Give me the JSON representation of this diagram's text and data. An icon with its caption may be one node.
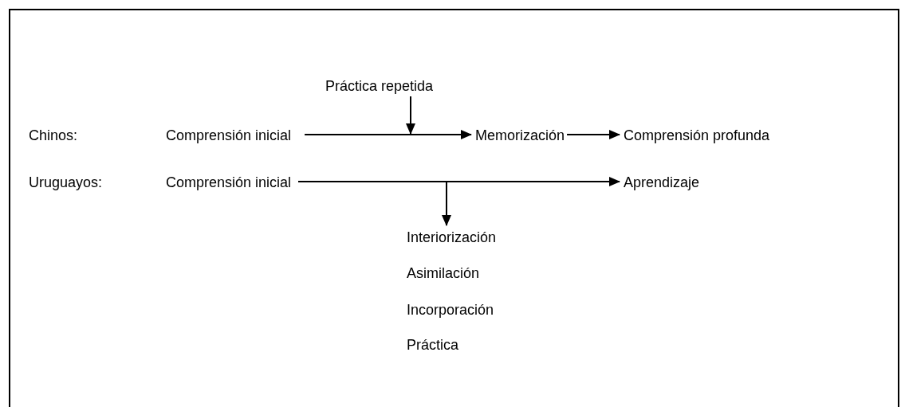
{
  "diagram": {
    "nodes": [
      {
        "text": [
          "Práctica repetida"
        ]
      },
      {
        "text": [
          "Comprensión inicial"
        ]
      },
      {
        "text": [
          "Memorización"
        ]
      },
      {
        "text": [
          "Comprensión profunda"
        ]
      },
      {
        "text": [
          "Comprensión inicial"
        ]
      },
      {
        "text": [
          "Aprendizaje"
        ]
      },
      {
        "text": [
          "Interiorización"
        ]
      }
    ],
    "edges": [
      {
        "from": 1,
        "to": 2,
        "arrow": "to"
      },
      {
        "from": 0,
        "to": null,
        "arrow": "to"
      },
      {
        "from": 2,
        "to": 3,
        "arrow": "to"
      },
      {
        "from": 4,
        "to": 5,
        "arrow": "to"
      },
      {
        "from": 4,
        "to": 6,
        "arrow": "to"
      }
    ],
    "labels": [
      "Chinos:",
      "Uruguayos:",
      "Asimilación",
      "Incorporación",
      "Práctica"
    ]
  }
}
